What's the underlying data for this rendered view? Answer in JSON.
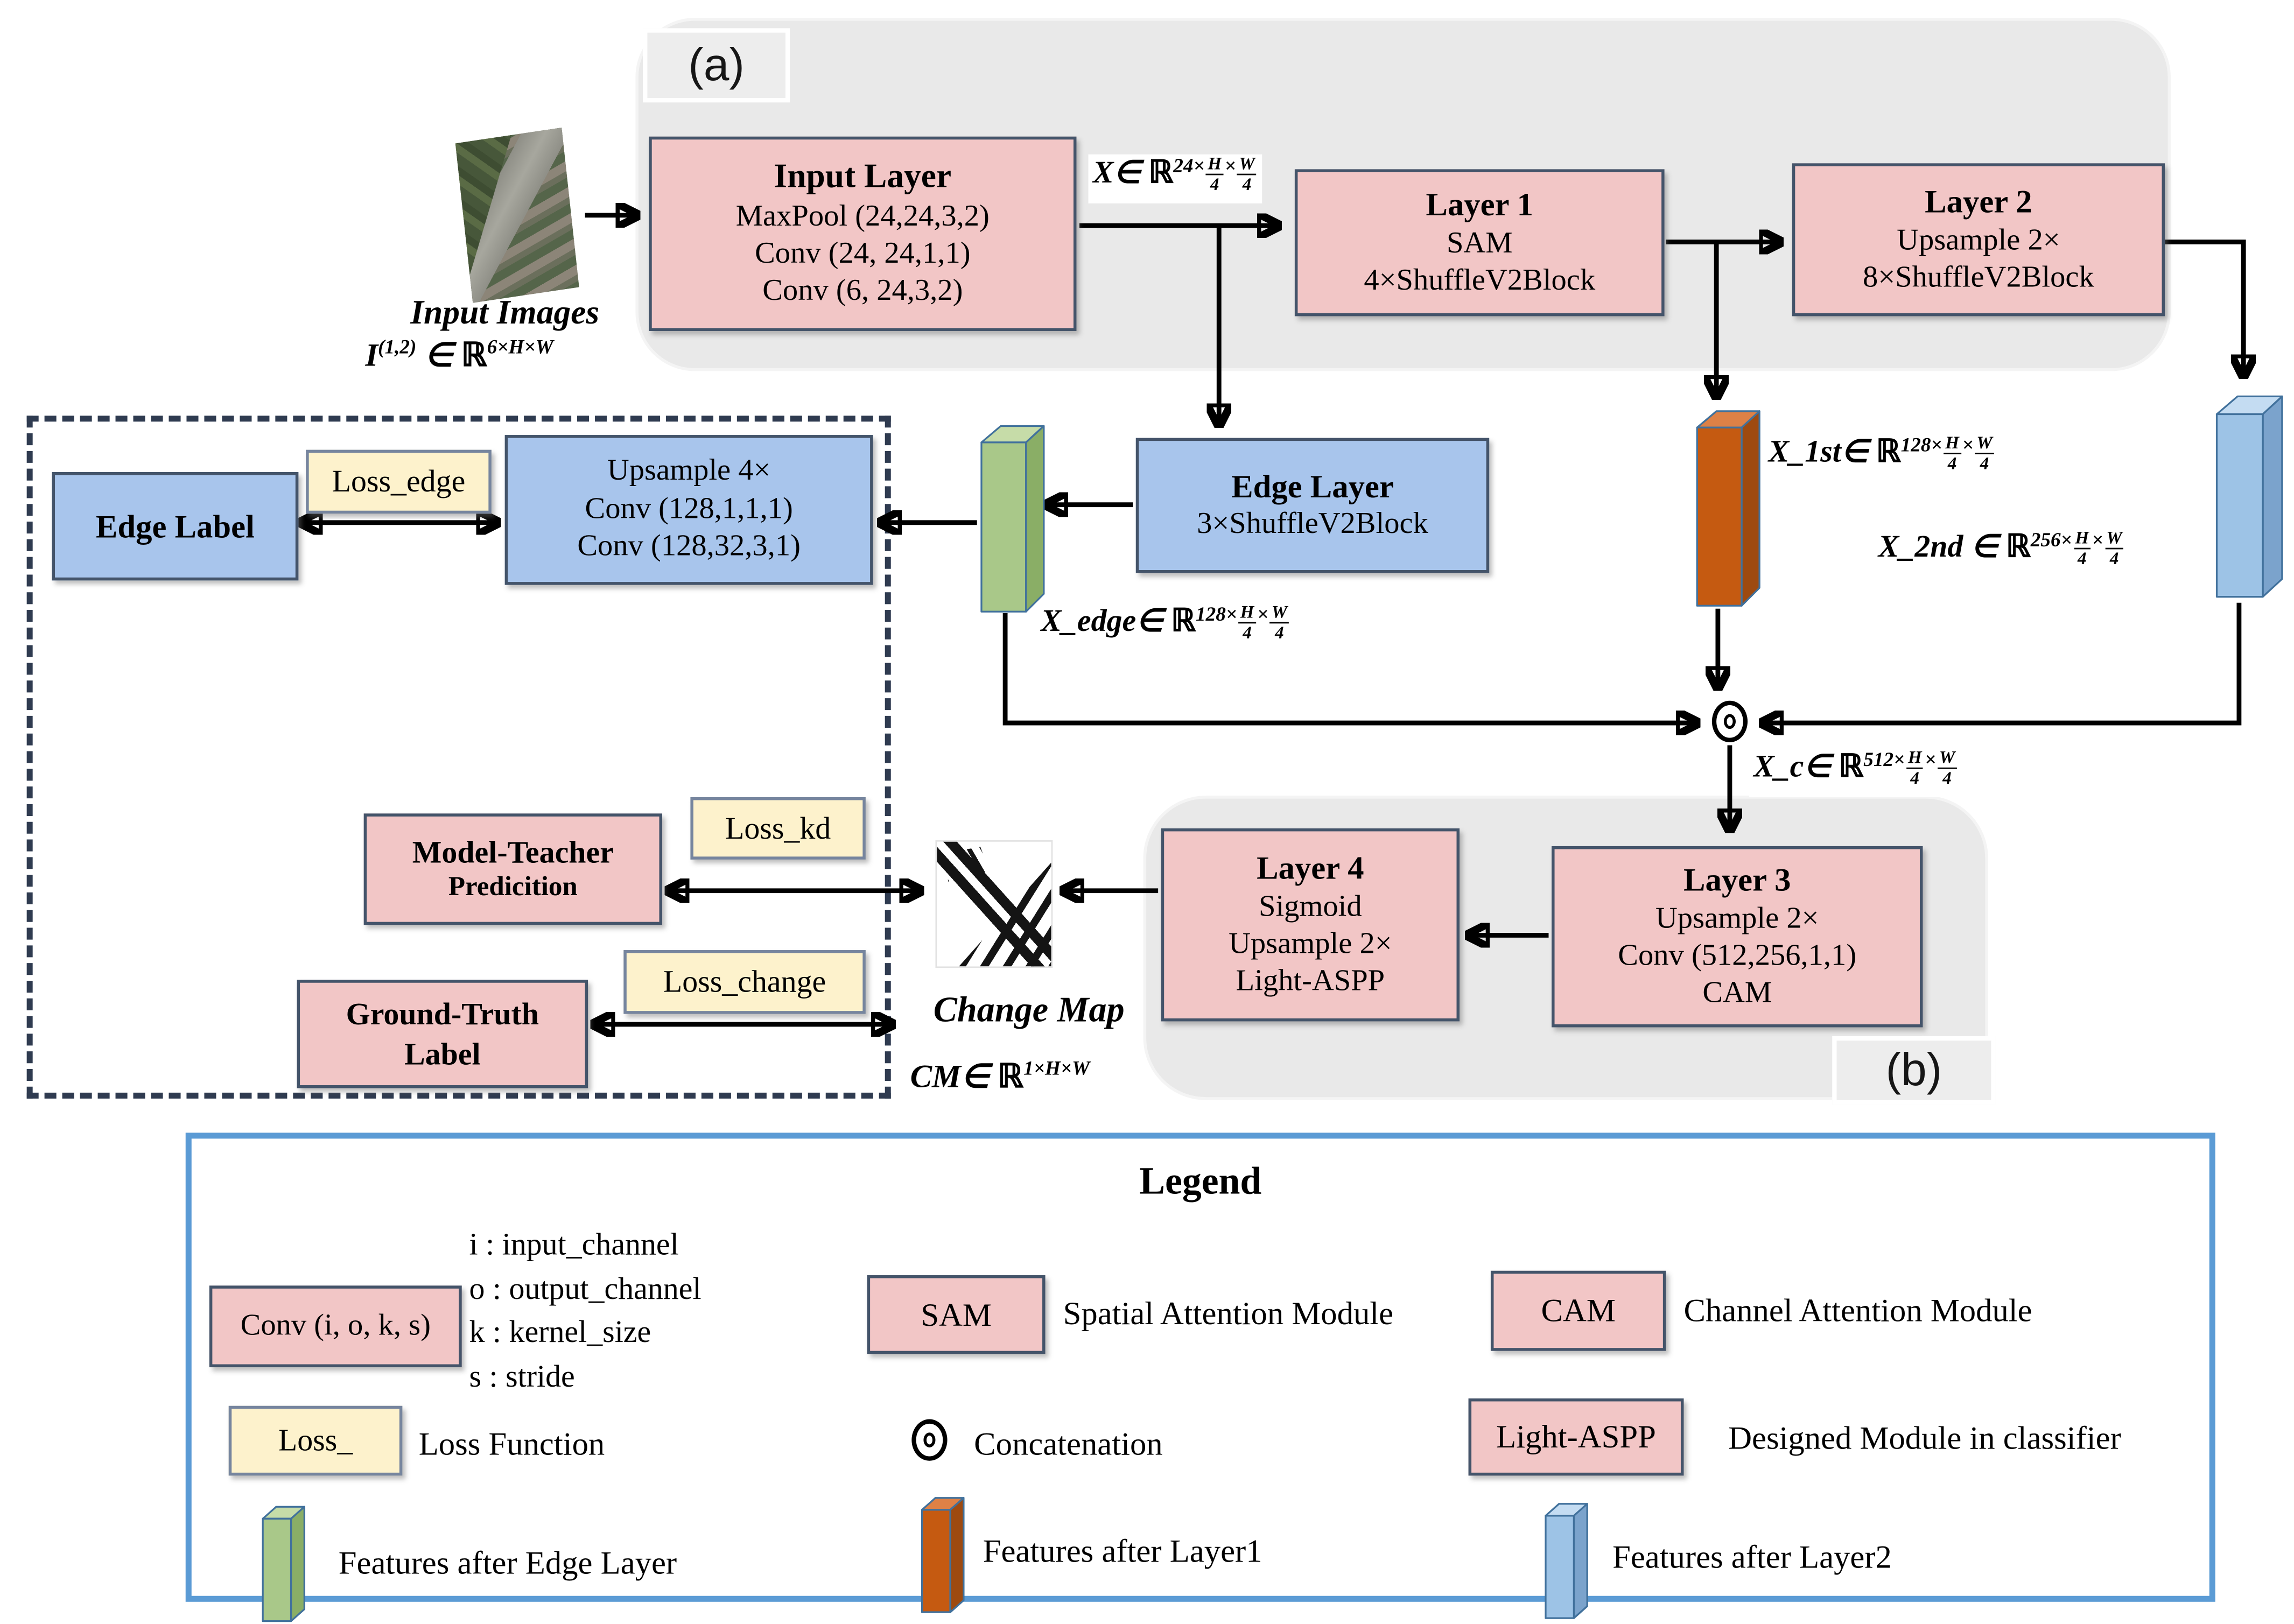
{
  "colors": {
    "pink": "#F2C6C6",
    "blue_box": "#A8C5EC",
    "yellow": "#FDF2CC",
    "gray_region": "#E9E9E9",
    "node_border": "#44546A",
    "yellow_border": "#76859E",
    "legend_border": "#5B9BD5",
    "dash_border": "#2F3B50",
    "slab_green_front": "#A9C889",
    "slab_green_top": "#C6DCA8",
    "slab_green_side": "#8AAE66",
    "slab_orange_front": "#C55A11",
    "slab_orange_top": "#DE8146",
    "slab_orange_side": "#9E4A10",
    "slab_blue_front": "#9DC3E6",
    "slab_blue_top": "#C4DCF2",
    "slab_blue_side": "#7BA3CC",
    "slab_edge": "#41719C",
    "arrow": "#000000"
  },
  "section_labels": {
    "a": "(a)",
    "b": "(b)"
  },
  "input_images": {
    "caption": "Input Images",
    "math": {
      "lead": "I",
      "sup1": "(1,2)",
      "mid": " ∈ ",
      "set": "ℝ",
      "sup2": "6×H×W"
    }
  },
  "nodes": {
    "input_layer": {
      "title": "Input Layer",
      "line1": "MaxPool (24,24,3,2)",
      "line2": "Conv (24, 24,1,1)",
      "line3": "Conv (6, 24,3,2)"
    },
    "layer1": {
      "title": "Layer 1",
      "line1": "SAM",
      "line2": "4×ShuffleV2Block"
    },
    "layer2": {
      "title": "Layer 2",
      "line1": "Upsample 2×",
      "line2": "8×ShuffleV2Block"
    },
    "edge_layer": {
      "title": "Edge Layer",
      "line1": "3×ShuffleV2Block"
    },
    "edge_decoder": {
      "line1": "Upsample 4×",
      "line2": "Conv (128,1,1,1)",
      "line3": "Conv (128,32,3,1)"
    },
    "edge_label": {
      "title": "Edge Label"
    },
    "loss_edge": {
      "label": "Loss_edge"
    },
    "layer3": {
      "title": "Layer 3",
      "line1": "Upsample 2×",
      "line2": "Conv (512,256,1,1)",
      "line3": "CAM"
    },
    "layer4": {
      "title": "Layer 4",
      "line1": "Sigmoid",
      "line2": "Upsample 2×",
      "line3": "Light-ASPP"
    },
    "model_teacher": {
      "title": "Model-Teacher",
      "subtitle": "Predicition"
    },
    "loss_kd": {
      "label": "Loss_kd"
    },
    "ground_truth": {
      "title": "Ground-Truth",
      "subtitle": "Label"
    },
    "loss_change": {
      "label": "Loss_change"
    }
  },
  "tensors": {
    "x": {
      "lead": "X∈ ",
      "set": "ℝ",
      "sup": "24×",
      "f1n": "H",
      "f1d": "4",
      "sep": "×",
      "f2n": "W",
      "f2d": "4"
    },
    "x_1st": {
      "lead": "X_1st∈ ",
      "set": "ℝ",
      "sup": "128×",
      "f1n": "H",
      "f1d": "4",
      "sep": "×",
      "f2n": "W",
      "f2d": "4"
    },
    "x_2nd": {
      "lead": "X_2nd ∈ ",
      "set": "ℝ",
      "sup": "256×",
      "f1n": "H",
      "f1d": "4",
      "sep": "×",
      "f2n": "W",
      "f2d": "4"
    },
    "x_edge": {
      "lead": "X_edge∈ ",
      "set": "ℝ",
      "sup": "128×",
      "f1n": "H",
      "f1d": "4",
      "sep": "×",
      "f2n": "W",
      "f2d": "4"
    },
    "x_c": {
      "lead": "X_c∈ ",
      "set": "ℝ",
      "sup": "512×",
      "f1n": "H",
      "f1d": "4",
      "sep": "×",
      "f2n": "W",
      "f2d": "4"
    },
    "cm": {
      "lead": "CM∈ ",
      "set": "ℝ",
      "sup": "1×H×W"
    }
  },
  "change_map": {
    "caption": "Change Map"
  },
  "legend": {
    "title": "Legend",
    "conv_box": "Conv (i, o, k, s)",
    "note1": "i : input_channel",
    "note2": "o : output_channel",
    "note3": "k : kernel_size",
    "note4": "s : stride",
    "sam_box": "SAM",
    "sam_desc": "Spatial Attention Module",
    "cam_box": "CAM",
    "cam_desc": "Channel Attention Module",
    "loss_box": "Loss_",
    "loss_desc": "Loss Function",
    "concat_desc": "Concatenation",
    "aspp_box": "Light-ASPP",
    "aspp_desc": "Designed Module in classifier",
    "feat_edge": "Features after Edge Layer",
    "feat_layer1": "Features after Layer1",
    "feat_layer2": "Features after Layer2"
  }
}
